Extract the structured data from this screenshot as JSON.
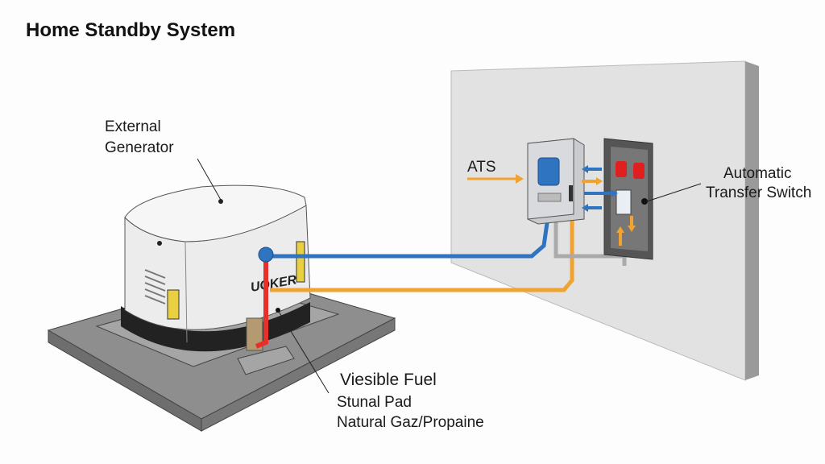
{
  "title": "Home Standby System",
  "labels": {
    "generator": [
      "External",
      "Generator"
    ],
    "ats": "ATS",
    "transfer_switch": [
      "Automatic",
      "Transfer Switch"
    ],
    "fuel": [
      "Viesible Fuel",
      "Stunal Pad",
      "Natural Gaz/Propaine"
    ]
  },
  "generator_brand": "UOKER",
  "colors": {
    "power_line": "#2f74c0",
    "control_line": "#f0a330",
    "fuel_line": "#e8302a",
    "wall": "#e4e4e4",
    "pad": "#8c8c8c"
  }
}
